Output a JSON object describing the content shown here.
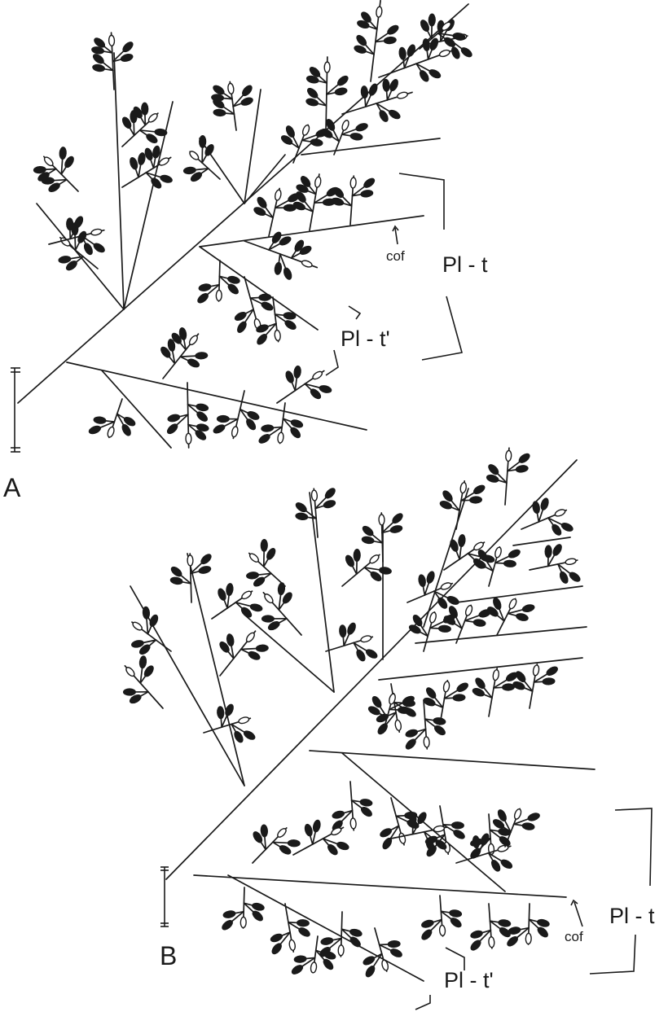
{
  "panels": [
    {
      "id": "A",
      "letter": "A",
      "labels": {
        "primary": "Pl - t",
        "secondary": "Pl - t'",
        "flower": "cof"
      }
    },
    {
      "id": "B",
      "letter": "B",
      "labels": {
        "primary": "Pl - t",
        "secondary": "Pl - t'",
        "flower": "cof"
      }
    }
  ],
  "colors": {
    "ink": "#1a1a1a",
    "paper": "#ffffff"
  }
}
